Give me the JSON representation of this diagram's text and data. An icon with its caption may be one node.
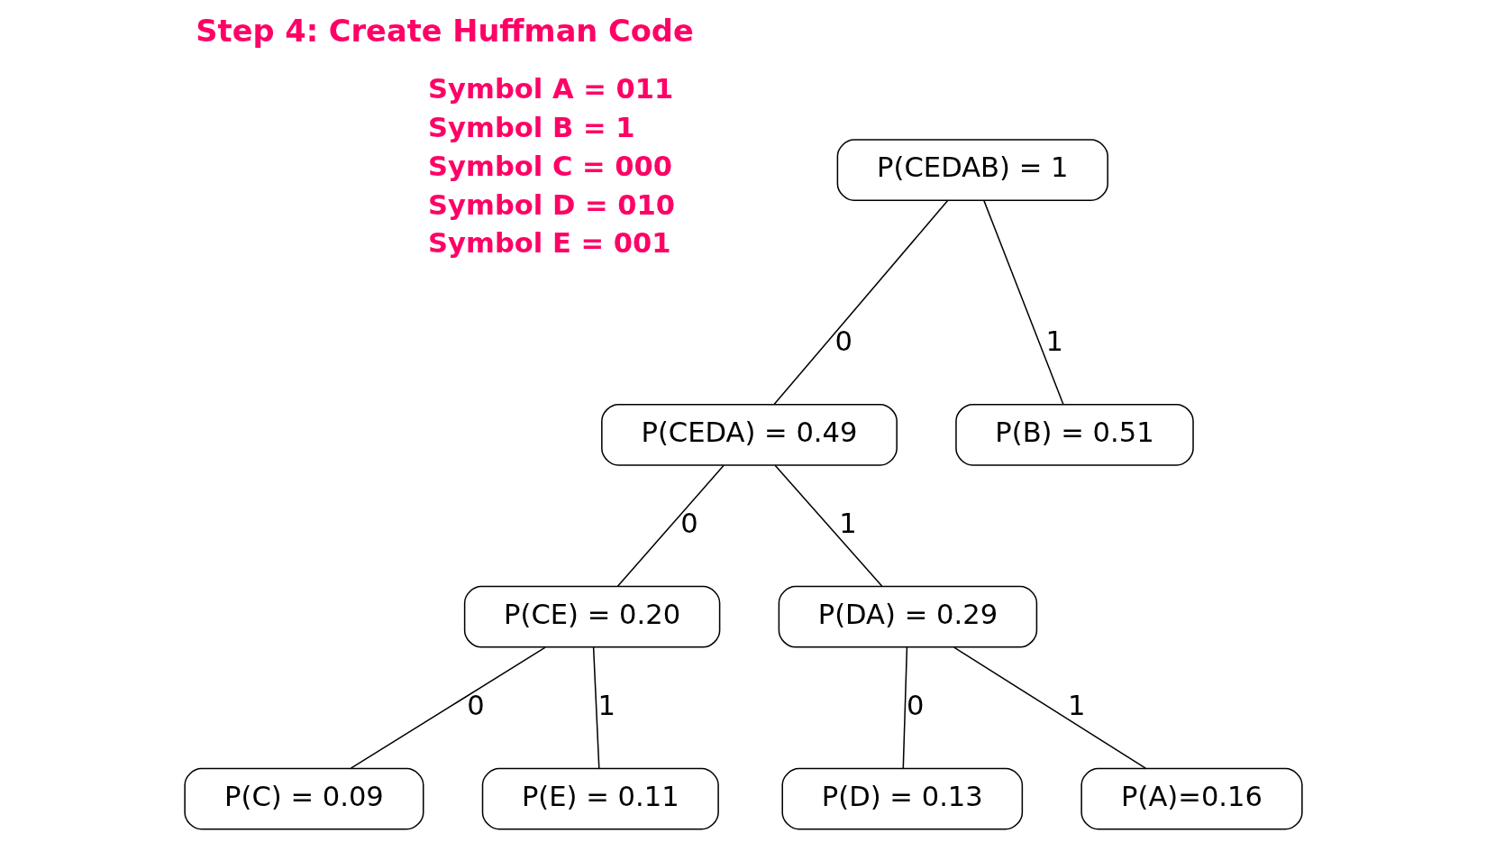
{
  "diagram": {
    "title": "Step 4: Create Huffman Code",
    "nodes": [
      {
        "text": [
          "P(CEDAB) = 1"
        ]
      },
      {
        "text": [
          "P(CEDA) = 0.49"
        ]
      },
      {
        "text": [
          "P(B) = 0.51"
        ]
      },
      {
        "text": [
          "P(CE) = 0.20"
        ]
      },
      {
        "text": [
          "P(DA) = 0.29"
        ]
      },
      {
        "text": [
          "P(C) = 0.09"
        ]
      },
      {
        "text": [
          "P(E) = 0.11"
        ]
      },
      {
        "text": [
          "P(D) = 0.13"
        ]
      },
      {
        "text": [
          "P(A)=0.16"
        ]
      }
    ],
    "edges": [
      {
        "from": 0,
        "to": 1,
        "arrow": "none",
        "label": "0"
      },
      {
        "from": 0,
        "to": 2,
        "arrow": "none",
        "label": "1"
      },
      {
        "from": 1,
        "to": 3,
        "arrow": "none",
        "label": "0"
      },
      {
        "from": 1,
        "to": 4,
        "arrow": "none",
        "label": "1"
      },
      {
        "from": 3,
        "to": 5,
        "arrow": "none",
        "label": "0"
      },
      {
        "from": 3,
        "to": 6,
        "arrow": "none",
        "label": "1"
      },
      {
        "from": 4,
        "to": 7,
        "arrow": "none",
        "label": "0"
      },
      {
        "from": 4,
        "to": 8,
        "arrow": "none",
        "label": "1"
      }
    ],
    "labels": [
      "Symbol A = 011",
      "Symbol B = 1",
      "Symbol C = 000",
      "Symbol D = 010",
      "Symbol E = 001"
    ]
  }
}
